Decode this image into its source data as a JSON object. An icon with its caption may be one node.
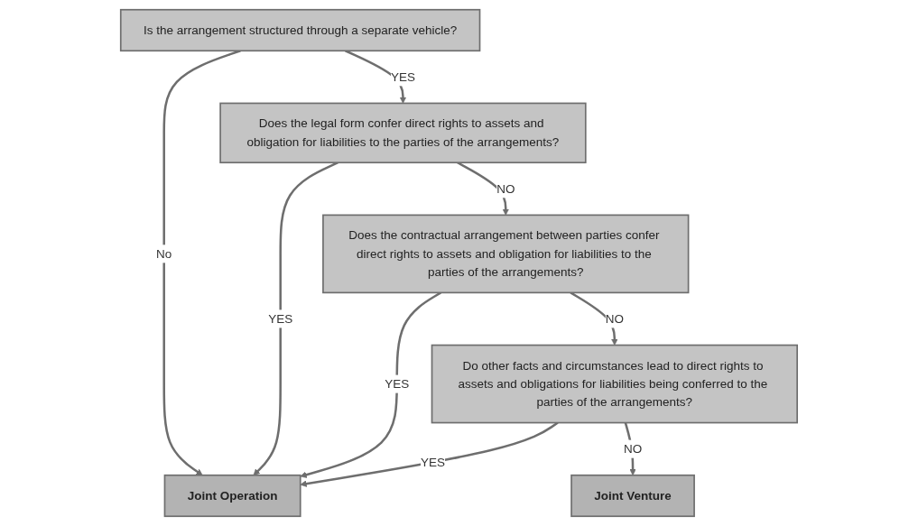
{
  "diagram": {
    "nodes": [
      {
        "text": [
          "Is the arrangement structured through a separate vehicle?"
        ]
      },
      {
        "text": [
          "Does the legal form confer direct rights to assets and obligation for liabilities to the parties of the arrangements?"
        ]
      },
      {
        "text": [
          "Does the contractual arrangement between parties confer direct rights to assets and obligation for liabilities to the parties of the arrangements?"
        ]
      },
      {
        "text": [
          "Do other facts and circumstances lead to direct rights to assets and obligations for liabilities being conferred to the parties of the arrangements?"
        ]
      },
      {
        "text": [
          "Joint Venture"
        ]
      },
      {
        "text": [
          "Joint Operation"
        ]
      }
    ],
    "edges": [
      {
        "from": 0,
        "to": 5,
        "arrow": "to",
        "label": "No"
      },
      {
        "from": 0,
        "to": 1,
        "arrow": "to",
        "label": "YES"
      },
      {
        "from": 1,
        "to": 5,
        "arrow": "to",
        "label": "YES"
      },
      {
        "from": 1,
        "to": 2,
        "arrow": "to",
        "label": "NO"
      },
      {
        "from": 2,
        "to": 5,
        "arrow": "to",
        "label": "YES"
      },
      {
        "from": 2,
        "to": 3,
        "arrow": "to",
        "label": "NO"
      },
      {
        "from": 3,
        "to": 5,
        "arrow": "to",
        "label": "YES"
      },
      {
        "from": 3,
        "to": 4,
        "arrow": "to",
        "label": "NO"
      }
    ]
  }
}
